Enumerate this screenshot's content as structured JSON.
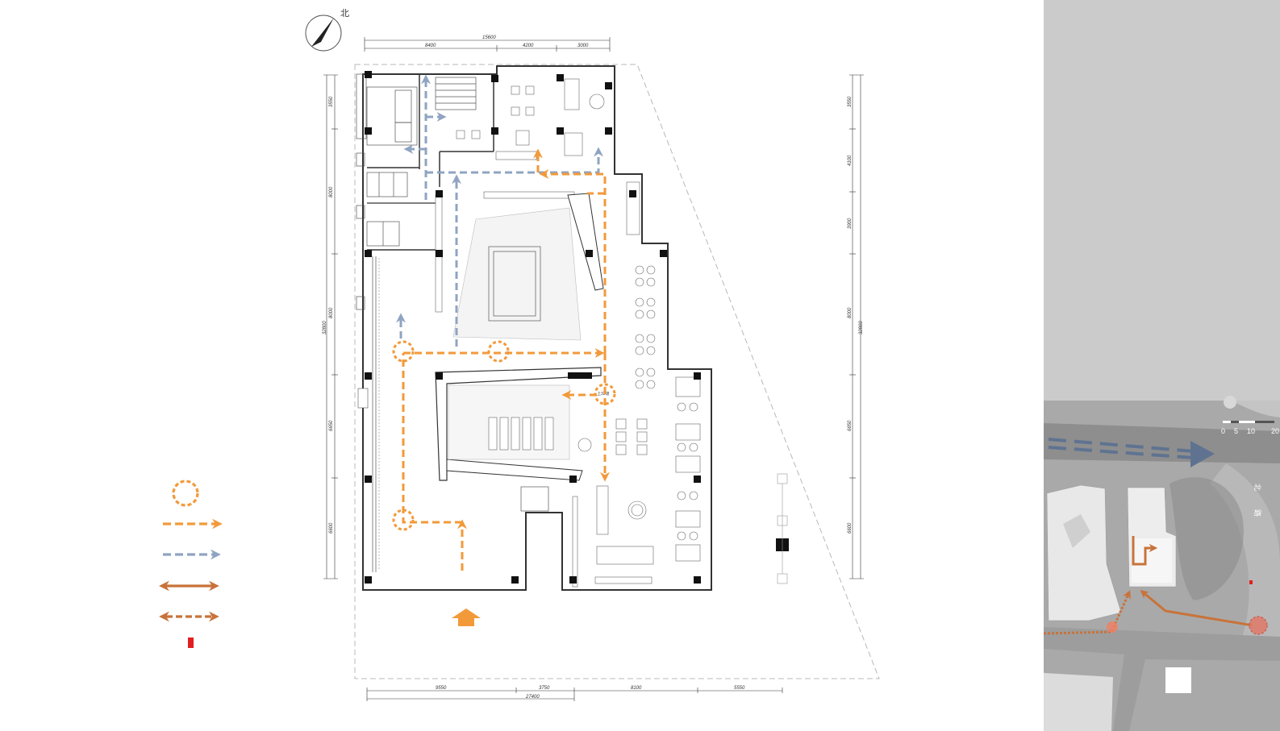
{
  "compass": {
    "label": "北"
  },
  "dimensions": {
    "top_total": "15600",
    "top": [
      "8400",
      "4200",
      "3000"
    ],
    "bottom": [
      "9550",
      "3750",
      "8100",
      "5550"
    ],
    "bottom_total": "27400",
    "right": [
      "3550",
      "4100",
      "3900",
      "8000",
      "6650",
      "6600"
    ],
    "right_total": "32800",
    "left": [
      "3550",
      "8000",
      "8000",
      "6650",
      "6600"
    ],
    "left_total": "32800"
  },
  "annotations": {
    "level_mark": "上32级"
  },
  "scale": {
    "ticks": [
      "0",
      "5",
      "10",
      "20"
    ]
  },
  "map": {
    "road_chars": [
      "北",
      "路"
    ]
  },
  "colors": {
    "orange": "#f29a3a",
    "blue": "#8fa4c2",
    "brown": "#c8733a",
    "red": "#e02020",
    "map_bg": "#c9c9c9",
    "road_arrow": "#5f7391"
  },
  "legend": [
    {
      "icon": "orange-dashed-circle-icon"
    },
    {
      "icon": "orange-dashed-arrow-icon"
    },
    {
      "icon": "blue-dashed-arrow-icon"
    },
    {
      "icon": "brown-double-arrow-icon"
    },
    {
      "icon": "brown-dashed-double-arrow-icon"
    },
    {
      "icon": "red-marker-icon"
    }
  ]
}
